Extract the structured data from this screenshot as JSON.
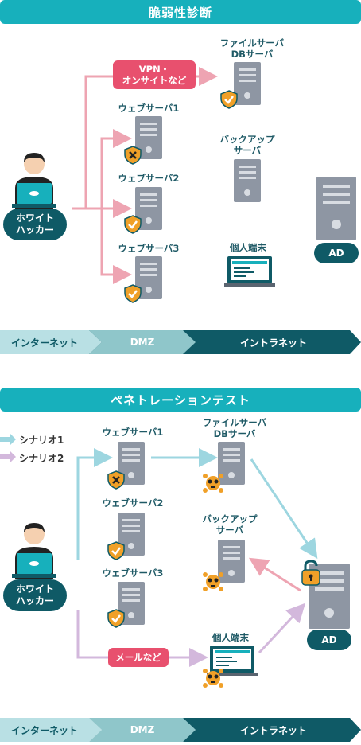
{
  "section1": {
    "title": "脆弱性診断",
    "hacker": [
      "ホワイト",
      "ハッカー"
    ],
    "vpn_badge": [
      "VPN・",
      "オンサイトなど"
    ],
    "file_server": [
      "ファイルサーバ",
      "DBサーバ"
    ],
    "web1": "ウェブサーバ1",
    "web2": "ウェブサーバ2",
    "web3": "ウェブサーバ3",
    "backup": [
      "バックアップ",
      "サーバ"
    ],
    "pc": "個人端末",
    "ad": "AD",
    "zones": [
      "インターネット",
      "DMZ",
      "イントラネット"
    ]
  },
  "section2": {
    "title": "ペネトレーションテスト",
    "legend": [
      "シナリオ1",
      "シナリオ2"
    ],
    "hacker": [
      "ホワイト",
      "ハッカー"
    ],
    "web1": "ウェブサーバ1",
    "web2": "ウェブサーバ2",
    "web3": "ウェブサーバ3",
    "file_server": [
      "ファイルサーバ",
      "DBサーバ"
    ],
    "backup": [
      "バックアップ",
      "サーバ"
    ],
    "pc": "個人端末",
    "mail_badge": "メールなど",
    "ad": "AD",
    "zones": [
      "インターネット",
      "DMZ",
      "イントラネット"
    ]
  },
  "colors": {
    "teal": "#17b0bc",
    "dark_teal": "#0f5a66",
    "pink": "#e8506e",
    "arrow_pink": "#eea4b2",
    "arrow_blue": "#9dd6e0",
    "arrow_purple": "#d3b8dc",
    "server_gray": "#8e96a3",
    "shield_orange": "#f0a028"
  }
}
